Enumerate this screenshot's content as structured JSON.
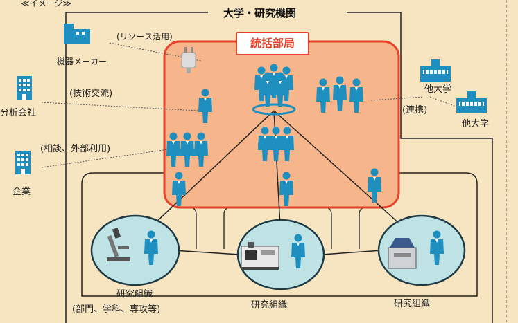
{
  "header": {
    "image_label": "≪イメージ≫",
    "institution_title": "大学・研究機関"
  },
  "central_dept": {
    "label": "統括部局"
  },
  "external_entities": [
    {
      "name": "機器メーカー",
      "relation": "(リソース活用)"
    },
    {
      "name": "分析会社",
      "relation": "(技術交流)"
    },
    {
      "name": "企業",
      "relation": "(相談、外部利用)"
    }
  ],
  "partners": {
    "relation": "(連携)",
    "universities": [
      "他大学",
      "他大学"
    ]
  },
  "research_orgs": [
    {
      "label": "研究組織",
      "sublabel": "(部門、学科、専攻等)"
    },
    {
      "label": "研究組織",
      "sublabel": ""
    },
    {
      "label": "研究組織",
      "sublabel": ""
    }
  ],
  "colors": {
    "background": "#f7e4c0",
    "dept_fill": "#f6b58a",
    "dept_border": "#e8412b",
    "person": "#1e8fbf",
    "org_circle": "#bfe2e4",
    "org_border": "#1d3a45",
    "line": "#222222"
  }
}
